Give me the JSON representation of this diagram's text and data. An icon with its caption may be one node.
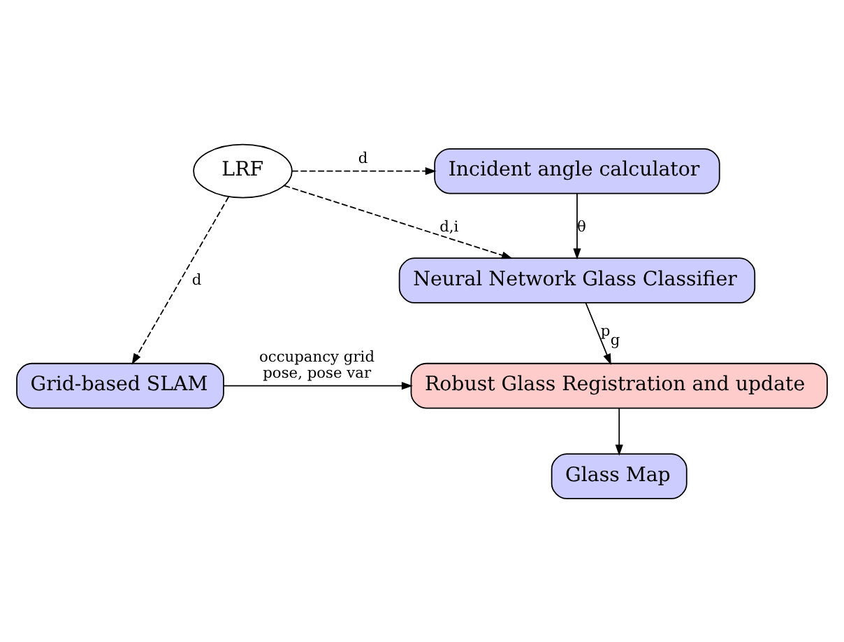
{
  "diagram": {
    "nodes": [
      {
        "text": [
          "Incident angle calculator"
        ]
      },
      {
        "text": [
          "LRF"
        ]
      },
      {
        "text": [
          "Neural Network Glass Classifier"
        ]
      },
      {
        "text": [
          "Robust Glass Registration and update"
        ]
      },
      {
        "text": [
          "Grid-based SLAM"
        ]
      },
      {
        "text": [
          "Glass Map"
        ]
      }
    ],
    "edges": [
      {
        "from": 1,
        "to": 0,
        "arrow": "to",
        "style": "dashed",
        "label": "d"
      },
      {
        "from": 0,
        "to": 2,
        "arrow": "to",
        "label": "θ"
      },
      {
        "from": 1,
        "to": 2,
        "arrow": "to",
        "style": "dashed",
        "label": "d,i"
      },
      {
        "from": 1,
        "to": 4,
        "arrow": "to",
        "style": "dashed",
        "label": "d"
      },
      {
        "from": 2,
        "to": 3,
        "arrow": "to",
        "label": "p$_{g}$"
      },
      {
        "from": 4,
        "to": 3,
        "arrow": "to",
        "label": [
          "occupancy grid",
          "pose, pose var"
        ]
      },
      {
        "from": 3,
        "to": 5,
        "arrow": "to"
      }
    ]
  }
}
